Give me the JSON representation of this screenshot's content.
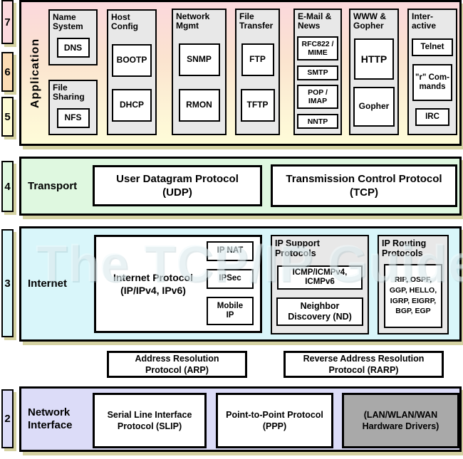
{
  "watermark": "The TCP/IP Guide",
  "colors": {
    "layer7_pink": "#fbd9de",
    "layer6_orange": "#fcdcb4",
    "layer5_cream": "#fdfbd4",
    "application_gradient_top": "#fbd8dc",
    "application_gradient_bottom": "#fefcd8",
    "transport_green": "#dff8e0",
    "internet_cyan": "#d9f6fa",
    "network_lavender": "#dcdcf8",
    "group_gray": "#e8e8e8",
    "hardware_gray": "#a9a9a9",
    "shadow_khaki": "#d5d2a2",
    "border_black": "#000000"
  },
  "layer_numbers": {
    "n7": "7",
    "n6": "6",
    "n5": "5",
    "n4": "4",
    "n3": "3",
    "n2": "2"
  },
  "application": {
    "label": "Application",
    "groups": {
      "name_system": {
        "title": "Name System",
        "dns": "DNS"
      },
      "file_sharing": {
        "title": "File Sharing",
        "nfs": "NFS"
      },
      "host_config": {
        "title": "Host Config",
        "bootp": "BOOTP",
        "dhcp": "DHCP"
      },
      "network_mgmt": {
        "title": "Network Mgmt",
        "snmp": "SNMP",
        "rmon": "RMON"
      },
      "file_transfer": {
        "title": "File Transfer",
        "ftp": "FTP",
        "tftp": "TFTP"
      },
      "email_news": {
        "title": "E-Mail & News",
        "rfc822": "RFC822 / MIME",
        "smtp": "SMTP",
        "pop_imap": "POP / IMAP",
        "nntp": "NNTP"
      },
      "www_gopher": {
        "title": "WWW & Gopher",
        "http": "HTTP",
        "gopher": "Gopher"
      },
      "interactive": {
        "title": "Inter-active",
        "telnet": "Telnet",
        "r_commands": "\"r\" Com-mands",
        "irc": "IRC"
      }
    }
  },
  "transport": {
    "label": "Transport",
    "udp": "User Datagram Protocol (UDP)",
    "tcp": "Transmission Control Protocol (TCP)"
  },
  "internet": {
    "label": "Internet",
    "ip": "Internet Protocol (IP/IPv4, IPv6)",
    "ip_nat": "IP NAT",
    "ipsec": "IPSec",
    "mobile_ip": "Mobile IP",
    "support": {
      "title": "IP Support Protocols",
      "icmp": "ICMP/ICMPv4, ICMPv6",
      "nd": "Neighbor Discovery (ND)"
    },
    "routing": {
      "title": "IP Routing Protocols",
      "protocols": "RIP, OSPF, GGP, HELLO, IGRP, EIGRP, BGP, EGP"
    }
  },
  "resolution": {
    "arp": "Address Resolution Protocol (ARP)",
    "rarp": "Reverse Address Resolution Protocol (RARP)"
  },
  "network_interface": {
    "label": "Network Interface",
    "slip": "Serial Line Interface Protocol (SLIP)",
    "ppp": "Point-to-Point Protocol (PPP)",
    "hardware": "(LAN/WLAN/WAN Hardware Drivers)"
  }
}
